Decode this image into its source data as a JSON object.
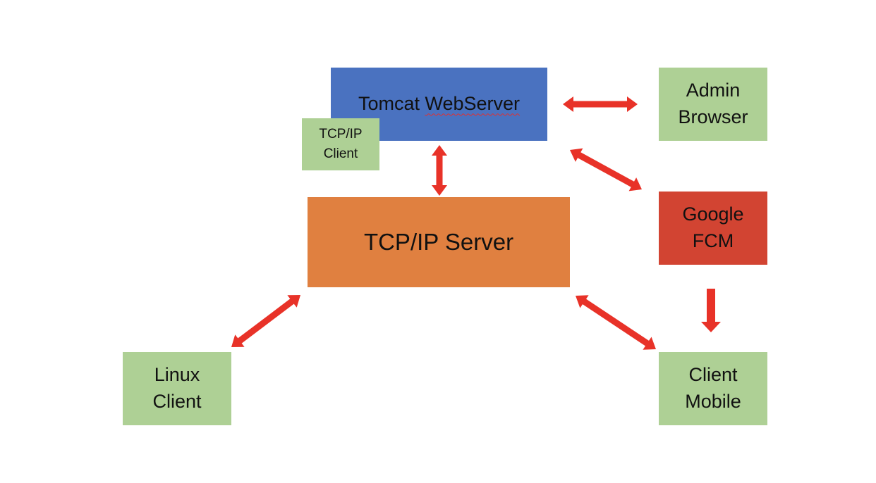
{
  "colors": {
    "tomcat": "#4a72c0",
    "tcpclient": "#aed095",
    "admin": "#aed095",
    "server": "#e08040",
    "fcm": "#d24432",
    "linux": "#aed095",
    "mobile": "#aed095",
    "arrow": "#e83228"
  },
  "nodes": {
    "tomcat": {
      "label_a": "Tomcat ",
      "label_b": "WebServer"
    },
    "tcpclient": {
      "line1": "TCP/IP",
      "line2": "Client"
    },
    "admin": {
      "line1": "Admin",
      "line2": "Browser"
    },
    "server": {
      "label": "TCP/IP Server"
    },
    "fcm": {
      "line1": "Google",
      "line2": "FCM"
    },
    "linux": {
      "line1": "Linux",
      "line2": "Client"
    },
    "mobile": {
      "line1": "Client",
      "line2": "Mobile"
    }
  },
  "edges": [
    {
      "from": "tomcat",
      "to": "admin",
      "direction": "both"
    },
    {
      "from": "tomcat",
      "to": "server",
      "direction": "both"
    },
    {
      "from": "tomcat",
      "to": "fcm",
      "direction": "both"
    },
    {
      "from": "server",
      "to": "linux",
      "direction": "both"
    },
    {
      "from": "server",
      "to": "mobile",
      "direction": "both"
    },
    {
      "from": "fcm",
      "to": "mobile",
      "direction": "forward"
    }
  ]
}
